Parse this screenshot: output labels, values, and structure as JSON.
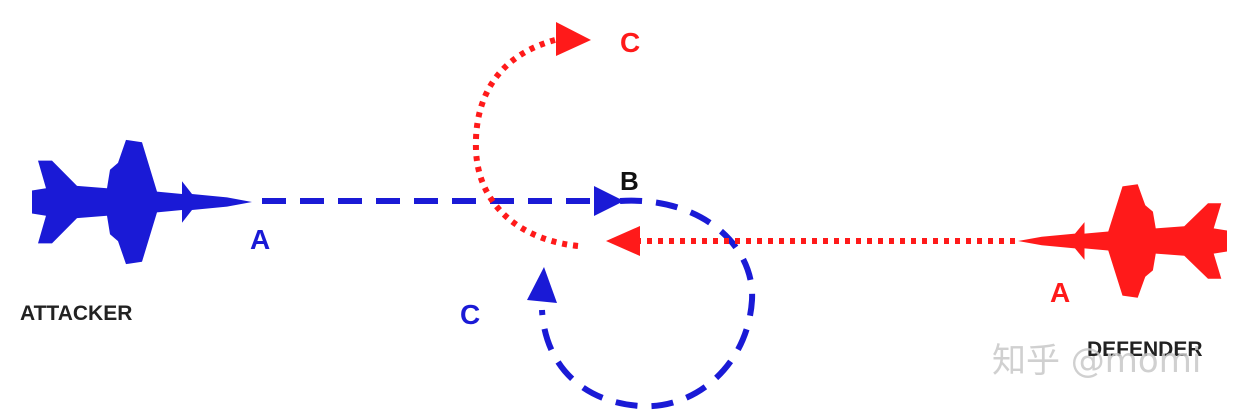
{
  "colors": {
    "attacker": "#1a1ad6",
    "defender": "#ff1a1a",
    "caption": "#222222",
    "watermark": "#c8c8c8",
    "background": "#ffffff"
  },
  "attacker": {
    "caption": "ATTACKER",
    "label_a": "A",
    "label_b": "B",
    "label_c": "C",
    "icon": "fighter-jet-icon"
  },
  "defender": {
    "caption": "DEFENDER",
    "label_a": "A",
    "label_c": "C",
    "icon": "fighter-jet-icon"
  },
  "watermark": "知乎 @momi"
}
